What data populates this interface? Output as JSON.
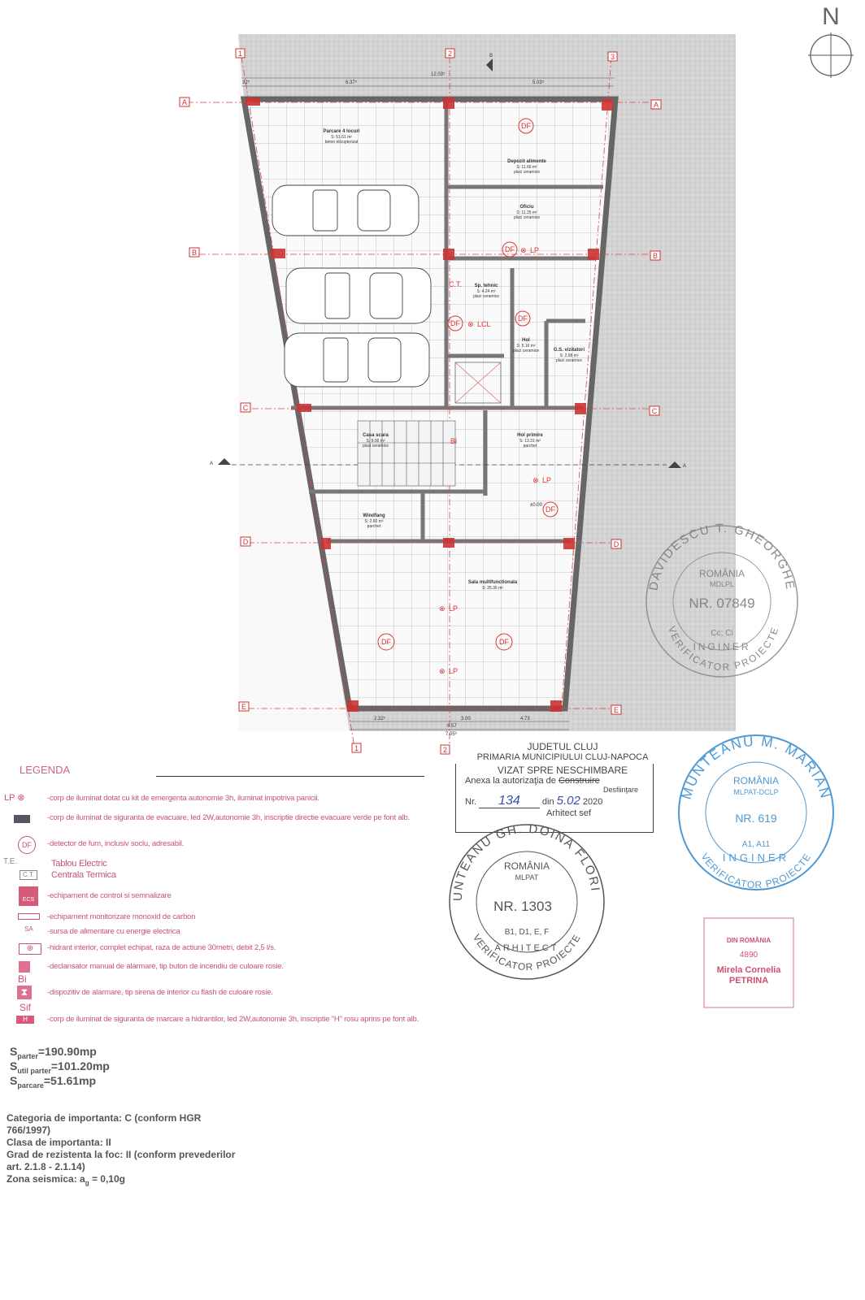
{
  "north_arrow": {
    "label": "N"
  },
  "plan": {
    "axes_numeric": [
      "1",
      "2",
      "3"
    ],
    "axes_letters": [
      "A",
      "B",
      "C",
      "D",
      "E"
    ],
    "section_labels": [
      "B",
      "A"
    ],
    "dimensions_top": [
      "12.03⁵",
      "6.37⁵",
      "5.03⁵",
      "32⁵"
    ],
    "dimensions_bottom": [
      "2.32⁵",
      "3.00",
      "4.73",
      "6.57",
      "7.05⁵"
    ],
    "rooms": [
      {
        "name": "Parcare 4 locuri",
        "area": "S: 51.61 m²",
        "finish": "beton elicopterizat"
      },
      {
        "name": "Depozit alimente",
        "area": "S: 11.66 m²",
        "finish": "placi ceramice"
      },
      {
        "name": "Oficiu",
        "area": "S: 11.25 m²",
        "finish": "placi ceramice"
      },
      {
        "name": "Sp. tehnic",
        "area": "S: 4.24 m²",
        "finish": "placi ceramice"
      },
      {
        "name": "Hol",
        "area": "S: 5.16 m²",
        "finish": "placi ceramice"
      },
      {
        "name": "G.S. vizitatori",
        "area": "S: 2.68 m²",
        "finish": "placi ceramice"
      },
      {
        "name": "Casa scara",
        "area": "S: 9.06 m²",
        "finish": "placi ceramice"
      },
      {
        "name": "Hol primire",
        "area": "S: 13.31 m²",
        "finish": "parchet"
      },
      {
        "name": "Windfang",
        "area": "S: 2.60 m²",
        "finish": "parchet"
      },
      {
        "name": "Sala multifunctionala",
        "area": "S: 35.36 m²",
        "finish": ""
      }
    ],
    "symbols": {
      "df": "DF",
      "lp": "LP",
      "lcl": "LCL",
      "ct": "C.T.",
      "bi": "Bi",
      "level": "±0.00"
    }
  },
  "legend": {
    "title": "LEGENDA",
    "items": [
      {
        "symbol": "LP ⊗",
        "text": "-corp de iluminat dotat cu kit de emergenta autonomie 3h, iluminat impotriva panicii."
      },
      {
        "symbol": "exit-sign-icon",
        "text": "-corp de iluminat de siguranta de evacuare, led 2W,autonomie 3h, inscriptie directie evacuare verde pe font alb."
      },
      {
        "symbol": "DF",
        "text": "-detector de fum, inclusiv soclu, adresabil."
      },
      {
        "symbol": "T.E.",
        "text": "Tablou  Electric"
      },
      {
        "symbol": "C.T.",
        "text": "Centrala Termica"
      },
      {
        "symbol": "ECS",
        "text": "-echipament de control si semnalizare"
      },
      {
        "symbol": "co-monitor-icon",
        "text": "-echipament monitorizare monoxid de carbon"
      },
      {
        "symbol": "SA",
        "text": "-sursa de alimentare cu energie electrica"
      },
      {
        "symbol": "hydrant-icon",
        "text": "-hidrant interior, complet echipat, raza de actiune 30metri, debit 2,5 l/s."
      },
      {
        "symbol": "manual-call-point-icon",
        "text": "-declansator manual de alarmare, tip buton de incendiu de culoare rosie."
      },
      {
        "symbol": "Bi",
        "text": "-dispozitiv de alarmare, tip sirena de interior cu flash de culoare rosie."
      },
      {
        "symbol": "Sif",
        "text": "-corp de iluminat de siguranta de marcare a hidrantilor, led 2W,autonomie 3h, inscriptie \"H\" rosu aprins pe font alb."
      }
    ]
  },
  "surfaces": [
    {
      "s": "S",
      "sub": "parter",
      "value": "=190.90mp"
    },
    {
      "s": "S",
      "sub": "util parter",
      "value": "=101.20mp"
    },
    {
      "s": "S",
      "sub": "parcare",
      "value": "=51.61mp"
    }
  ],
  "notes": [
    "Categoria de importanta: C (conform HGR",
    "766/1997)",
    "Clasa de importanta: II",
    "Grad de rezistenta la foc: II (conform prevederilor",
    "art. 2.1.8 - 2.1.14)",
    "Zona seismica: a",
    "g",
    " = 0,10g"
  ],
  "visa": {
    "county": "JUDETUL CLUJ",
    "office": "PRIMARIA MUNICIPIULUI CLUJ-NAPOCA",
    "stamp": "VIZAT SPRE NESCHIMBARE",
    "annex": "Anexa la autorizaţia de",
    "type1": "Construire",
    "type2": "Desfiinţare",
    "nr_label": "Nr.",
    "nr": "134",
    "din_label": "din",
    "date": "5.02",
    "year": "2020",
    "signed": "Arhitect sef"
  },
  "stamps": [
    {
      "name": "DAVIDESCU T. GHEORGHE",
      "country": "ROMÂNIA",
      "org": "MDLPL",
      "nr": "NR. 07849",
      "scope": "Cc; Ci",
      "title": "INGINER",
      "role": "VERIFICATOR PROIECTE",
      "color": "#888888"
    },
    {
      "name": "MUNTEANU M. MARIAN",
      "country": "ROMÂNIA",
      "org": "MLPAT-DCLP",
      "nr": "NR. 619",
      "scope": "A1, A11",
      "title": "INGINER",
      "role": "VERIFICATOR PROIECTE",
      "color": "#3a8fd0"
    },
    {
      "name": "MUNTEANU GH. DOINA FLORICA",
      "country": "ROMÂNIA",
      "org": "MLPAT",
      "nr": "NR. 1303",
      "scope": "B1, D1, E, F",
      "title": "ARHITECT",
      "role": "VERIFICATOR PROIECTE",
      "color": "#555555"
    },
    {
      "name": "DIN ROMÂNIA",
      "nr": "4890",
      "person": "Mirela Cornelia",
      "surname": "PETRINA",
      "color": "#d05070"
    }
  ]
}
